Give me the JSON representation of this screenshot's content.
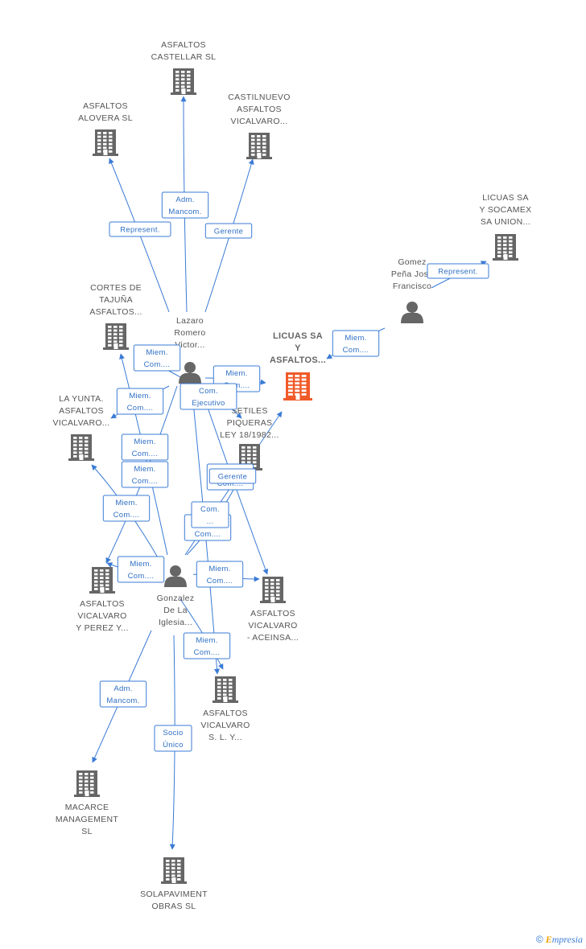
{
  "colors": {
    "edge": "#3a7bd5",
    "company": "#666666",
    "company_main": "#f05a28",
    "person": "#666666"
  },
  "nodes": [
    {
      "id": "castellar",
      "type": "company",
      "lines": [
        "ASFALTOS",
        "CASTELLAR SL"
      ]
    },
    {
      "id": "alovera",
      "type": "company",
      "lines": [
        "ASFALTOS",
        "ALOVERA SL"
      ]
    },
    {
      "id": "castilnuevo",
      "type": "company",
      "lines": [
        "CASTILNUEVO",
        "ASFALTOS",
        "VICALVARO..."
      ]
    },
    {
      "id": "socamex",
      "type": "company",
      "lines": [
        "LICUAS SA",
        "Y SOCAMEX",
        "SA UNION..."
      ]
    },
    {
      "id": "gomez",
      "type": "person",
      "lines": [
        "Gomez",
        "Peña Jose",
        "Francisco"
      ]
    },
    {
      "id": "cortes",
      "type": "company",
      "lines": [
        "CORTES DE",
        "TAJUÑA",
        "ASFALTOS..."
      ]
    },
    {
      "id": "lazaro",
      "type": "person",
      "lines": [
        "Lazaro",
        "Romero",
        "Victor..."
      ]
    },
    {
      "id": "licuas",
      "type": "company_main",
      "lines": [
        "LICUAS SA",
        "Y",
        "ASFALTOS..."
      ]
    },
    {
      "id": "layunta",
      "type": "company",
      "lines": [
        "LA YUNTA.",
        "ASFALTOS",
        "VICALVARO..."
      ]
    },
    {
      "id": "setiles",
      "type": "company",
      "lines": [
        "SETILES",
        "PIQUERAS",
        "LEY 18/1982..."
      ]
    },
    {
      "id": "aceinsa",
      "type": "company",
      "lines": [
        "ASFALTOS",
        "VICALVARO",
        "-  ACEINSA..."
      ]
    },
    {
      "id": "perez",
      "type": "company",
      "lines": [
        "ASFALTOS",
        "VICALVARO",
        "Y PEREZ Y..."
      ]
    },
    {
      "id": "gonzalez",
      "type": "person",
      "lines": [
        "Gonzalez",
        "De La",
        "Iglesia..."
      ]
    },
    {
      "id": "slyc",
      "type": "company",
      "lines": [
        "ASFALTOS",
        "VICALVARO",
        "S. L. Y..."
      ]
    },
    {
      "id": "macarce",
      "type": "company",
      "lines": [
        "MACARCE",
        "MANAGEMENT",
        "SL"
      ]
    },
    {
      "id": "solapaviment",
      "type": "company",
      "lines": [
        "SOLAPAVIMENT",
        "OBRAS SL"
      ]
    }
  ],
  "edges": [
    {
      "from": "lazaro",
      "to": "castellar",
      "label": [
        "Adm.",
        "Mancom."
      ]
    },
    {
      "from": "lazaro",
      "to": "alovera",
      "label": [
        "Represent."
      ]
    },
    {
      "from": "lazaro",
      "to": "castilnuevo",
      "label": [
        "Gerente"
      ]
    },
    {
      "from": "gomez",
      "to": "socamex",
      "label": [
        "Represent."
      ]
    },
    {
      "from": "gomez",
      "to": "licuas",
      "label": [
        "Miem.",
        "Com...."
      ]
    },
    {
      "from": "lazaro",
      "to": "licuas",
      "label": [
        "Miem.",
        "Com...."
      ]
    },
    {
      "from": "lazaro",
      "to": "cortes",
      "label": [
        "Miem.",
        "Com...."
      ]
    },
    {
      "from": "lazaro",
      "to": "layunta",
      "label": [
        "Miem.",
        "Com...."
      ]
    },
    {
      "from": "lazaro",
      "to": "setiles",
      "label": [
        "Com.",
        "Ejecutivo"
      ]
    },
    {
      "from": "lazaro",
      "to": "aceinsa",
      "label": [
        "Miem.",
        "Com...."
      ]
    },
    {
      "from": "lazaro",
      "to": "perez",
      "label": [
        "Miem.",
        "Com...."
      ]
    },
    {
      "from": "lazaro",
      "to": "slyc",
      "label": [
        "Miem.",
        "Com...."
      ]
    },
    {
      "from": "gonzalez",
      "to": "cortes",
      "label": [
        "Miem.",
        "Com...."
      ]
    },
    {
      "from": "gonzalez",
      "to": "layunta",
      "label": [
        "Miem.",
        "Com...."
      ]
    },
    {
      "from": "gonzalez",
      "to": "licuas",
      "label": [
        "Gerente"
      ]
    },
    {
      "from": "gonzalez",
      "to": "setiles",
      "label": [
        "Com.",
        "..."
      ]
    },
    {
      "from": "gonzalez",
      "to": "perez",
      "label": [
        "Miem.",
        "Com...."
      ]
    },
    {
      "from": "gonzalez",
      "to": "aceinsa",
      "label": [
        "Miem.",
        "Com...."
      ]
    },
    {
      "from": "gonzalez",
      "to": "slyc",
      "label": [
        "Miem.",
        "Com...."
      ]
    },
    {
      "from": "gonzalez",
      "to": "macarce",
      "label": [
        "Adm.",
        "Mancom."
      ]
    },
    {
      "from": "gonzalez",
      "to": "solapaviment",
      "label": [
        "Socio",
        "Único"
      ]
    }
  ],
  "copyright": {
    "symbol": "©",
    "brand_first": "E",
    "brand_rest": "mpresia"
  }
}
